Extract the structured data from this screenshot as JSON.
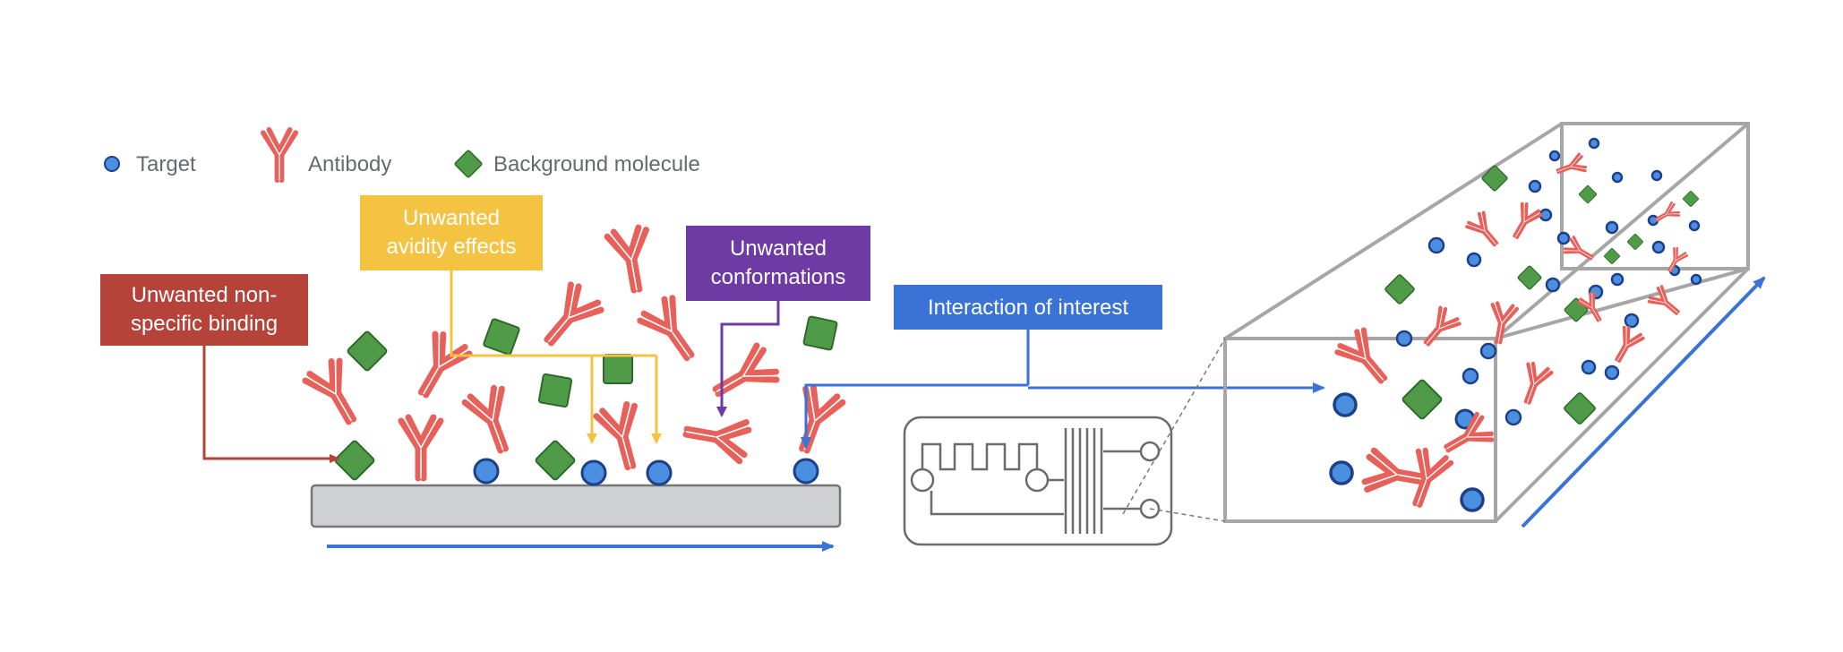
{
  "legend": {
    "target": "Target",
    "antibody": "Antibody",
    "background": "Background molecule"
  },
  "callouts": {
    "nonspecific": [
      "Unwanted non-",
      "specific binding"
    ],
    "avidity": [
      "Unwanted",
      "avidity effects"
    ],
    "conformations": [
      "Unwanted",
      "conformations"
    ],
    "interest": "Interaction of interest"
  },
  "colors": {
    "antibody": "#e8605a",
    "target_fill": "#4a8fe0",
    "target_stroke": "#1e3f8a",
    "background": "#4f9b47",
    "nonspecific": "#b5433a",
    "avidity": "#f5c342",
    "conformations": "#6e3aa3",
    "interest": "#3a72d6",
    "surface": "#cfd0d3",
    "box_edge": "#a6a6a6",
    "chip": "#6b6b6b"
  }
}
